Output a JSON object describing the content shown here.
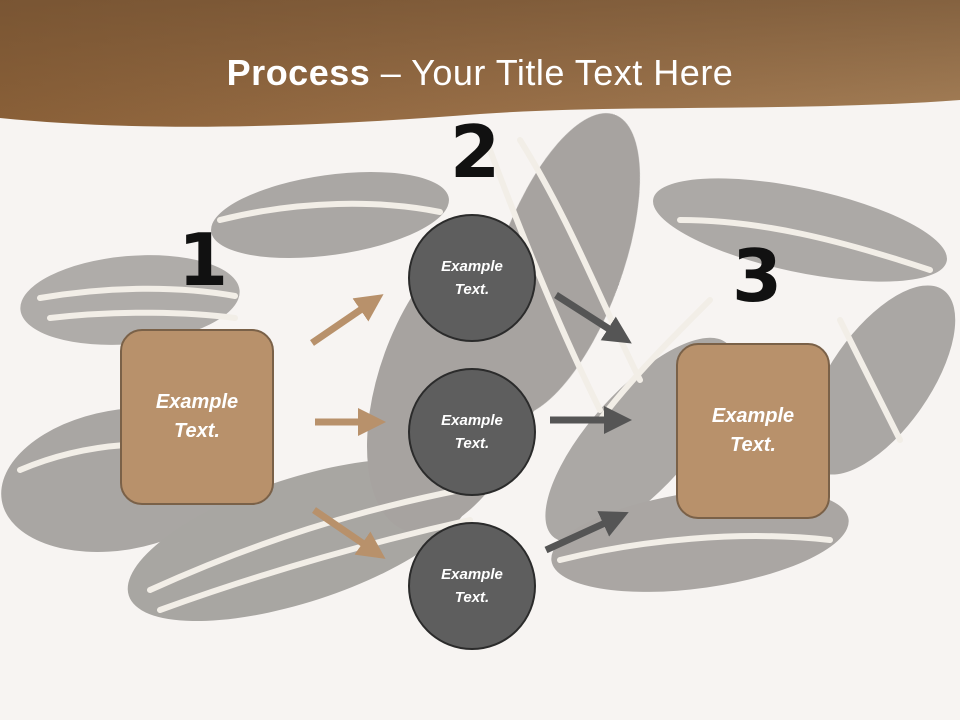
{
  "slide": {
    "title_bold": "Process",
    "title_rest": " – Your Title Text Here",
    "steps": [
      {
        "number": "1",
        "label": "Example\nText."
      },
      {
        "number": "2",
        "circles": [
          "Example\nText.",
          "Example\nText.",
          "Example\nText."
        ]
      },
      {
        "number": "3",
        "label": "Example\nText."
      }
    ]
  },
  "colors": {
    "banner": "#8c6440",
    "box_fill": "#b8916b",
    "circle_fill": "#5e5e5e",
    "arrow_tan": "#b8916b",
    "arrow_dark": "#555555"
  }
}
